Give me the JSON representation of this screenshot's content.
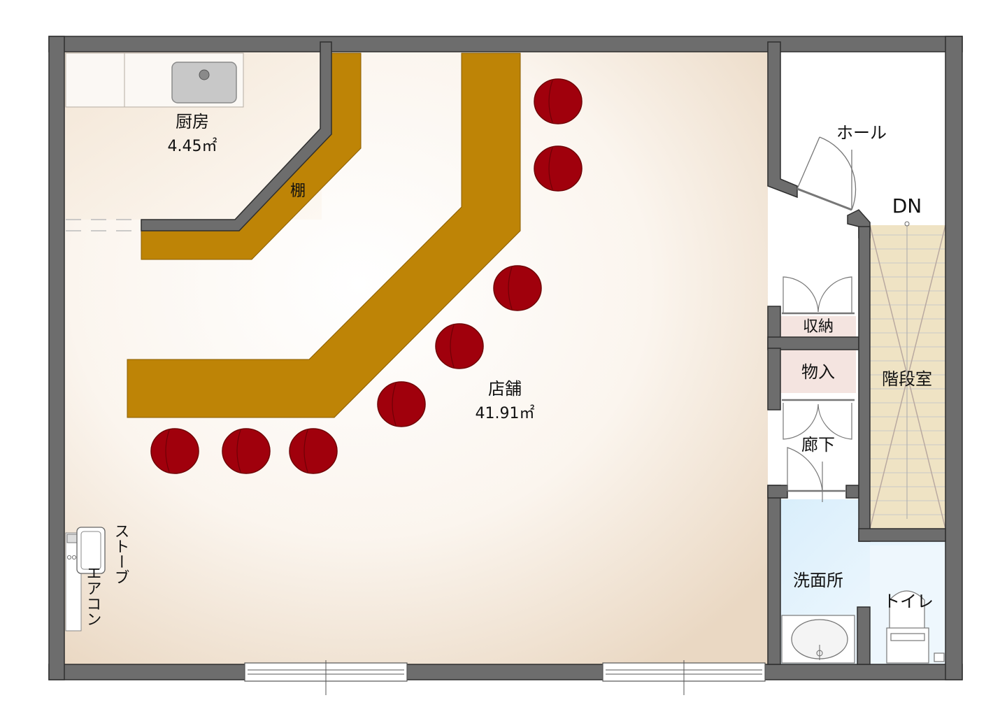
{
  "labels": {
    "kitchen_name": "厨房",
    "kitchen_area": "4.45㎡",
    "shelf": "棚",
    "shop_name": "店舗",
    "shop_area": "41.91㎡",
    "hall": "ホール",
    "down": "DN",
    "storage": "収納",
    "closet": "物入",
    "corridor": "廊下",
    "stairwell": "階段室",
    "washroom": "洗面所",
    "toilet": "トイレ",
    "air_conditioner": "エアコン",
    "stove": "ストーブ"
  },
  "colors": {
    "wall": "#6d6d6d",
    "wall_edge": "#2e2e2e",
    "counter": "#be8406",
    "stool": "#a0000c",
    "stool_dark": "#700006",
    "floor_shop": "#f3e6d8",
    "floor_washroom": "#e2f1fb",
    "floor_stair": "#efe3c4"
  },
  "icons": {
    "stool": "round-stool-icon",
    "sink": "kitchen-sink-icon",
    "basin": "wash-basin-icon",
    "toilet": "toilet-icon",
    "air_conditioner": "air-conditioner-icon"
  }
}
